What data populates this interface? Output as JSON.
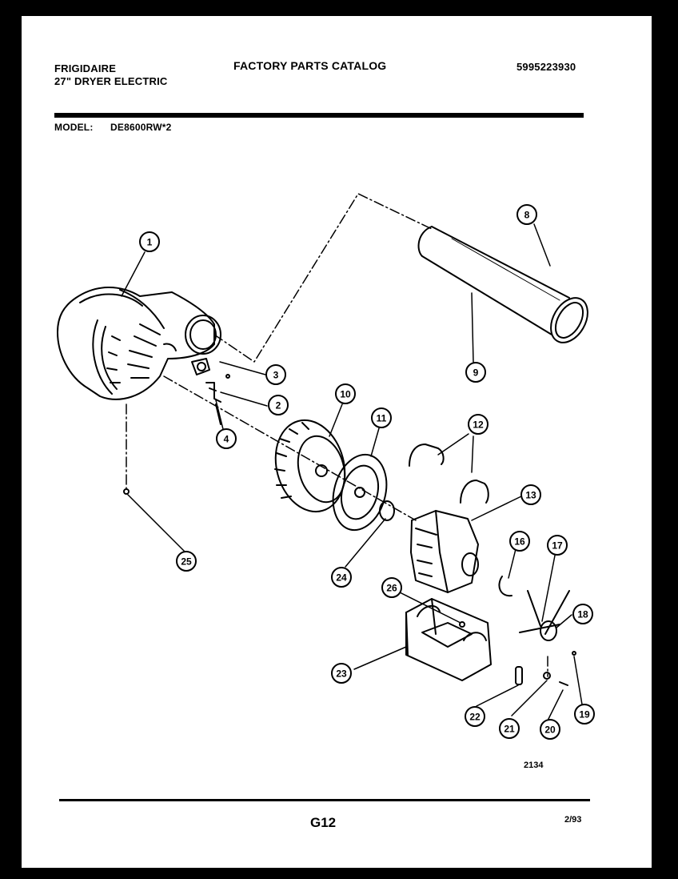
{
  "header": {
    "brand": "FRIGIDAIRE",
    "product": "27\" DRYER ELECTRIC",
    "catalog_title": "FACTORY PARTS CATALOG",
    "catalog_number": "5995223930",
    "model_label": "MODEL:",
    "model_value": "DE8600RW*2"
  },
  "callouts": [
    "1",
    "2",
    "3",
    "4",
    "8",
    "9",
    "10",
    "11",
    "12",
    "13",
    "16",
    "17",
    "18",
    "19",
    "20",
    "21",
    "22",
    "23",
    "24",
    "25",
    "26"
  ],
  "drawing_number": "2134",
  "footer": {
    "page_code": "G12",
    "date": "2/93"
  }
}
